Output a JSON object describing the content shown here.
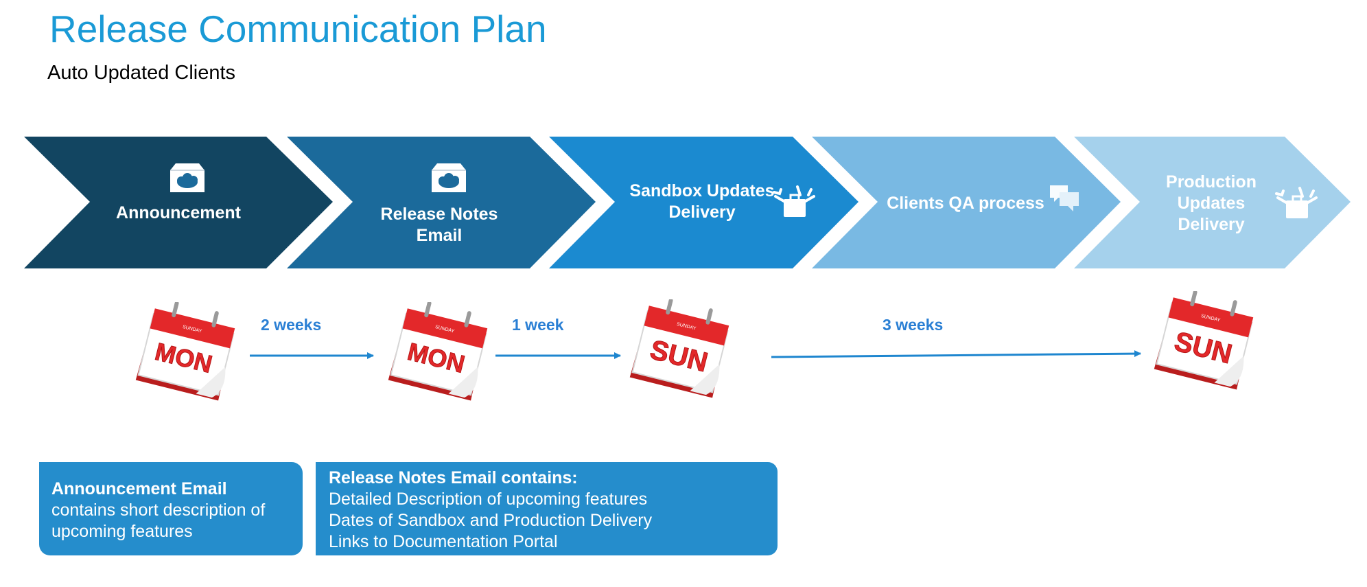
{
  "title": "Release Communication Plan",
  "subtitle": "Auto Updated Clients",
  "colors": {
    "title": "#1a9ad6",
    "stage_1": "#124561",
    "stage_2": "#1b6a9b",
    "stage_3": "#1b8ad0",
    "stage_4": "#79b9e3",
    "stage_5": "#a5d1ec",
    "arrow": "#1e86cf",
    "gap_label": "#2a7fd4",
    "calendar_red": "#e3282a",
    "box": "#258dcc"
  },
  "stages": [
    {
      "label": "Announcement",
      "icon": "salesforce-inbox-icon"
    },
    {
      "label": "Release Notes\nEmail",
      "icon": "salesforce-inbox-icon"
    },
    {
      "label": "Sandbox Updates\nDelivery",
      "icon": "toolbox-icon"
    },
    {
      "label": "Clients QA process",
      "icon": "chat-bubbles-icon"
    },
    {
      "label": "Production\nUpdates\nDelivery",
      "icon": "toolbox-icon"
    }
  ],
  "calendars": [
    {
      "day": "MON",
      "header": "SUNDAY"
    },
    {
      "day": "MON",
      "header": "SUNDAY"
    },
    {
      "day": "SUN",
      "header": "SUNDAY"
    },
    {
      "day": "SUN",
      "header": "SUNDAY"
    }
  ],
  "intervals": [
    "2 weeks",
    "1 week",
    "3 weeks"
  ],
  "info_boxes": [
    {
      "heading": "Announcement Email",
      "lines": [
        "contains short description of",
        "upcoming features"
      ]
    },
    {
      "heading": "Release Notes Email contains:",
      "lines": [
        "Detailed Description of upcoming features",
        "Dates of Sandbox and Production Delivery",
        "Links to Documentation Portal"
      ]
    }
  ]
}
